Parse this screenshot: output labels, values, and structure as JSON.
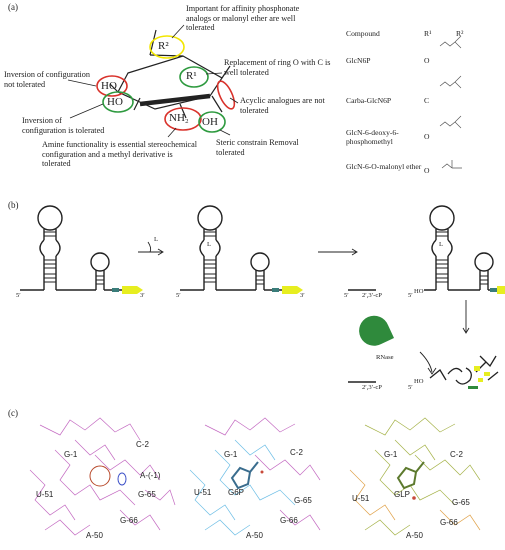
{
  "panel_a": {
    "label": "(a)",
    "annotations": {
      "r2_note": "Important for affinity phosphonate analogs or malonyl ether are well tolerated",
      "r1_note": "Replacement of ring O with C is well tolerated",
      "acyclic_note": "Acyclic analogues are not tolerated",
      "inv_not_tolerated": "Inversion of configuration not tolerated",
      "inv_tolerated": "Inversion of configuration is tolerated",
      "amine_note": "Amine functionality is essential stereochemical configuration and a methyl derivative is tolerated",
      "steric_note": "Steric constrain Removal tolerated"
    },
    "ring_labels": {
      "r2": "R²",
      "r1": "R¹",
      "ho_upper": "HO",
      "ho_lower": "HO",
      "nh2": "NH₂",
      "oh": "OH"
    },
    "table": {
      "headers": [
        "Compound",
        "R¹",
        "R²"
      ],
      "rows": [
        {
          "compound": "GlcN6P",
          "r1": "O"
        },
        {
          "compound": "Carba-GlcN6P",
          "r1": "C"
        },
        {
          "compound": "GlcN-6-deoxy-6-phosphomethyl",
          "r1": "O"
        },
        {
          "compound": "GlcN-6-O-malonyl ether",
          "r1": "O"
        }
      ]
    }
  },
  "panel_b": {
    "label": "(b)",
    "ligand": "L",
    "five_prime": "5′",
    "three_prime": "3′",
    "cp_label": "2′,3′-cP",
    "ho_label": "HO",
    "rnase_label": "RNase"
  },
  "panel_c": {
    "label": "(c)",
    "left": {
      "g1": "G-1",
      "c2": "C-2",
      "am1": "A-(-1)",
      "u51": "U-51",
      "g65": "G-65",
      "g66": "G-66",
      "a50": "A-50"
    },
    "middle": {
      "g1": "G-1",
      "c2": "C-2",
      "ligand": "G6P",
      "u51": "U-51",
      "g65": "G-65",
      "g66": "G-66",
      "a50": "A-50"
    },
    "right": {
      "g1": "G-1",
      "c2": "C-2",
      "ligand": "GLP",
      "u51": "U-51",
      "g65": "G-65",
      "g66": "G-66",
      "a50": "A-50"
    }
  },
  "colors": {
    "red": "#d9322b",
    "green": "#2e9a3f",
    "yellow": "#f2e600",
    "rnase": "#2f8a3c",
    "magenta": "#c46bc2",
    "cyan": "#6fbfe6",
    "olive": "#a6b34a"
  }
}
